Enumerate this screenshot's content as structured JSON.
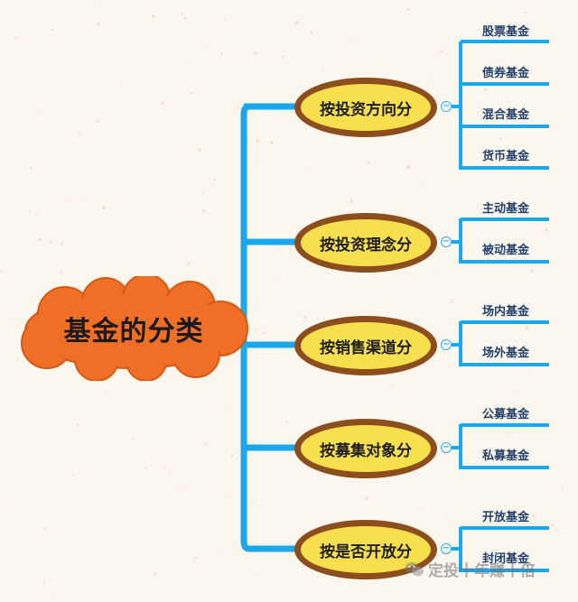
{
  "root": {
    "label": "基金的分类"
  },
  "branches": [
    {
      "label": "按投资方向分",
      "leaves": [
        "股票基金",
        "债券基金",
        "混合基金",
        "货币基金"
      ]
    },
    {
      "label": "按投资理念分",
      "leaves": [
        "主动基金",
        "被动基金"
      ]
    },
    {
      "label": "按销售渠道分",
      "leaves": [
        "场内基金",
        "场外基金"
      ]
    },
    {
      "label": "按募集对象分",
      "leaves": [
        "公募基金",
        "私募基金"
      ]
    },
    {
      "label": "按是否开放分",
      "leaves": [
        "开放基金",
        "封闭基金"
      ]
    }
  ],
  "collapse_symbol": "−",
  "watermark": {
    "text": "定投十年赚十倍",
    "icon": "wechat-icon"
  },
  "colors": {
    "connector": "#1aa7ec",
    "branch_fill": "#f7df4e",
    "branch_border": "#8b4e1c",
    "root_fill": "#ef6f26",
    "leaf_text": "#24416e"
  }
}
